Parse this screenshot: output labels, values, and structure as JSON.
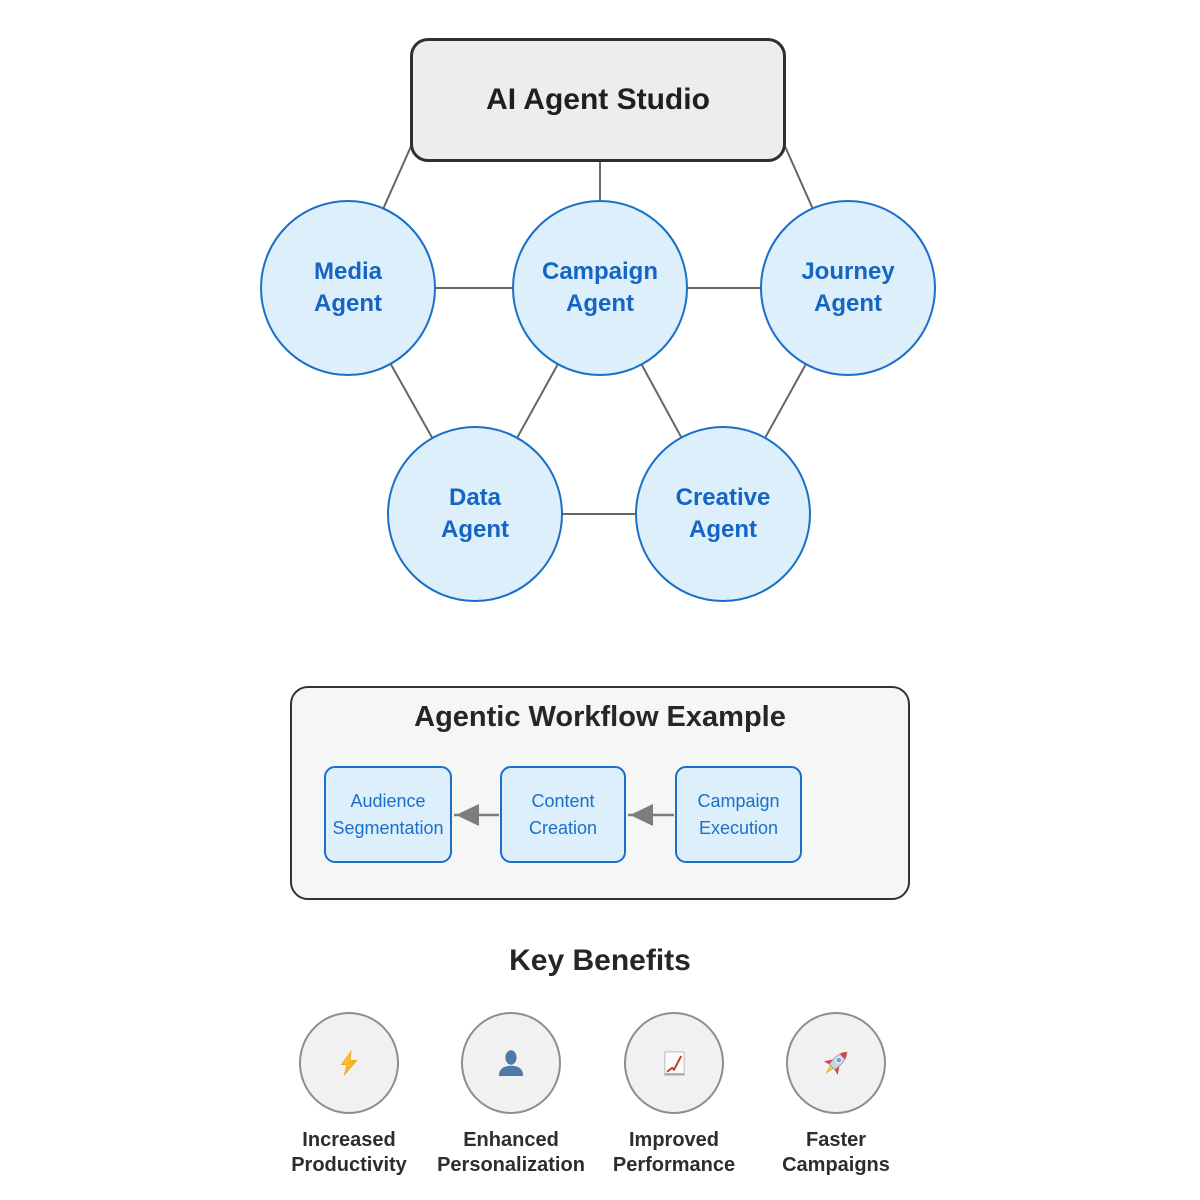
{
  "colors": {
    "node_fill": "#ddeffb",
    "node_border": "#1a70c8",
    "node_text": "#1566c4",
    "edge": "#666666",
    "panel_fill": "#f6f6f6",
    "panel_border": "#333333",
    "box_fill": "#ededed",
    "box_border": "#2f2f2f",
    "heading_text": "#262626",
    "arrow": "#7d7d7d",
    "benefit_circle_fill": "#f1f1f1",
    "benefit_circle_border": "#8e8e8e"
  },
  "hierarchy": {
    "root_label": "AI Agent Studio",
    "nodes": {
      "media": {
        "line1": "Media",
        "line2": "Agent"
      },
      "campaign": {
        "line1": "Campaign",
        "line2": "Agent"
      },
      "journey": {
        "line1": "Journey",
        "line2": "Agent"
      },
      "data": {
        "line1": "Data",
        "line2": "Agent"
      },
      "creative": {
        "line1": "Creative",
        "line2": "Agent"
      }
    },
    "edges": [
      [
        "AI Agent Studio",
        "Media Agent"
      ],
      [
        "AI Agent Studio",
        "Campaign Agent"
      ],
      [
        "AI Agent Studio",
        "Journey Agent"
      ],
      [
        "Media Agent",
        "Campaign Agent"
      ],
      [
        "Campaign Agent",
        "Journey Agent"
      ],
      [
        "Media Agent",
        "Data Agent"
      ],
      [
        "Campaign Agent",
        "Data Agent"
      ],
      [
        "Campaign Agent",
        "Creative Agent"
      ],
      [
        "Journey Agent",
        "Creative Agent"
      ],
      [
        "Data Agent",
        "Creative Agent"
      ]
    ]
  },
  "workflow": {
    "title": "Agentic Workflow Example",
    "steps": {
      "audience": {
        "line1": "Audience",
        "line2": "Segmentation"
      },
      "content": {
        "line1": "Content",
        "line2": "Creation"
      },
      "execution": {
        "line1": "Campaign",
        "line2": "Execution"
      }
    },
    "arrow_direction": "left"
  },
  "benefits": {
    "title": "Key Benefits",
    "items": [
      {
        "icon": "lightning-icon",
        "line1": "Increased",
        "line2": "Productivity"
      },
      {
        "icon": "person-icon",
        "line1": "Enhanced",
        "line2": "Personalization"
      },
      {
        "icon": "chart-increasing-icon",
        "line1": "Improved",
        "line2": "Performance"
      },
      {
        "icon": "rocket-icon",
        "line1": "Faster",
        "line2": "Campaigns"
      }
    ]
  }
}
